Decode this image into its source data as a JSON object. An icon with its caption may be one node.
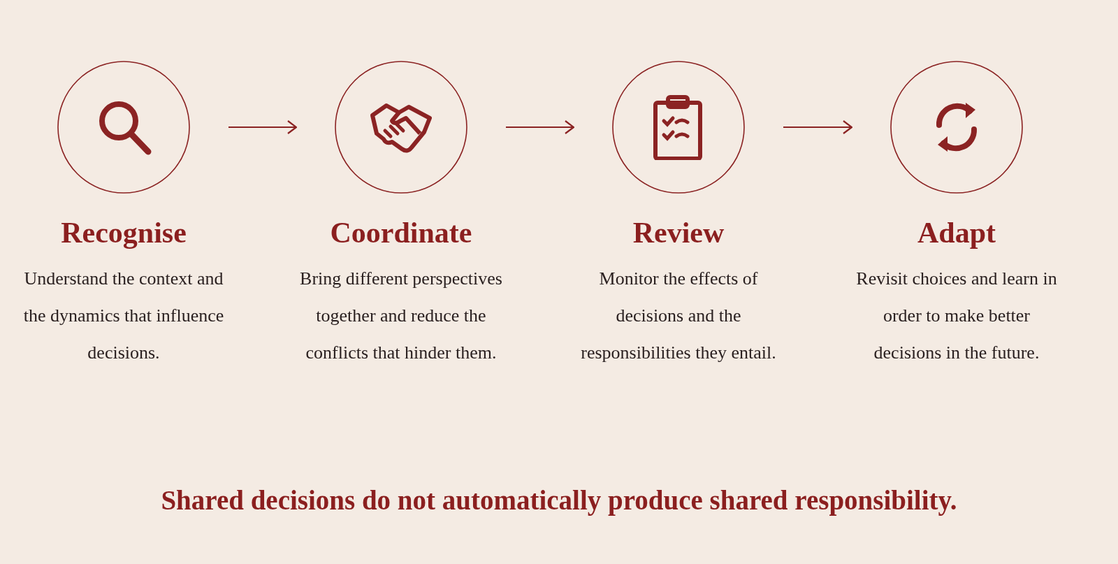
{
  "diagram": {
    "caption": "Shared decisions do not automatically produce shared responsibility.",
    "nodes": [
      {
        "text": [
          "Recognise",
          "Understand the context and the dynamics that influence decisions."
        ]
      },
      {
        "text": [
          "Coordinate",
          "Bring different perspectives together and reduce the conflicts that hinder them."
        ]
      },
      {
        "text": [
          "Review",
          "Monitor the effects of decisions and the responsibilities they entail."
        ]
      },
      {
        "text": [
          "Adapt",
          "Revisit choices and learn in order to make better decisions in the future."
        ]
      }
    ],
    "edges": [
      {
        "from": 0,
        "to": 1,
        "arrow": "to"
      },
      {
        "from": 1,
        "to": 2,
        "arrow": "to"
      },
      {
        "from": 2,
        "to": 3,
        "arrow": "to"
      }
    ]
  }
}
